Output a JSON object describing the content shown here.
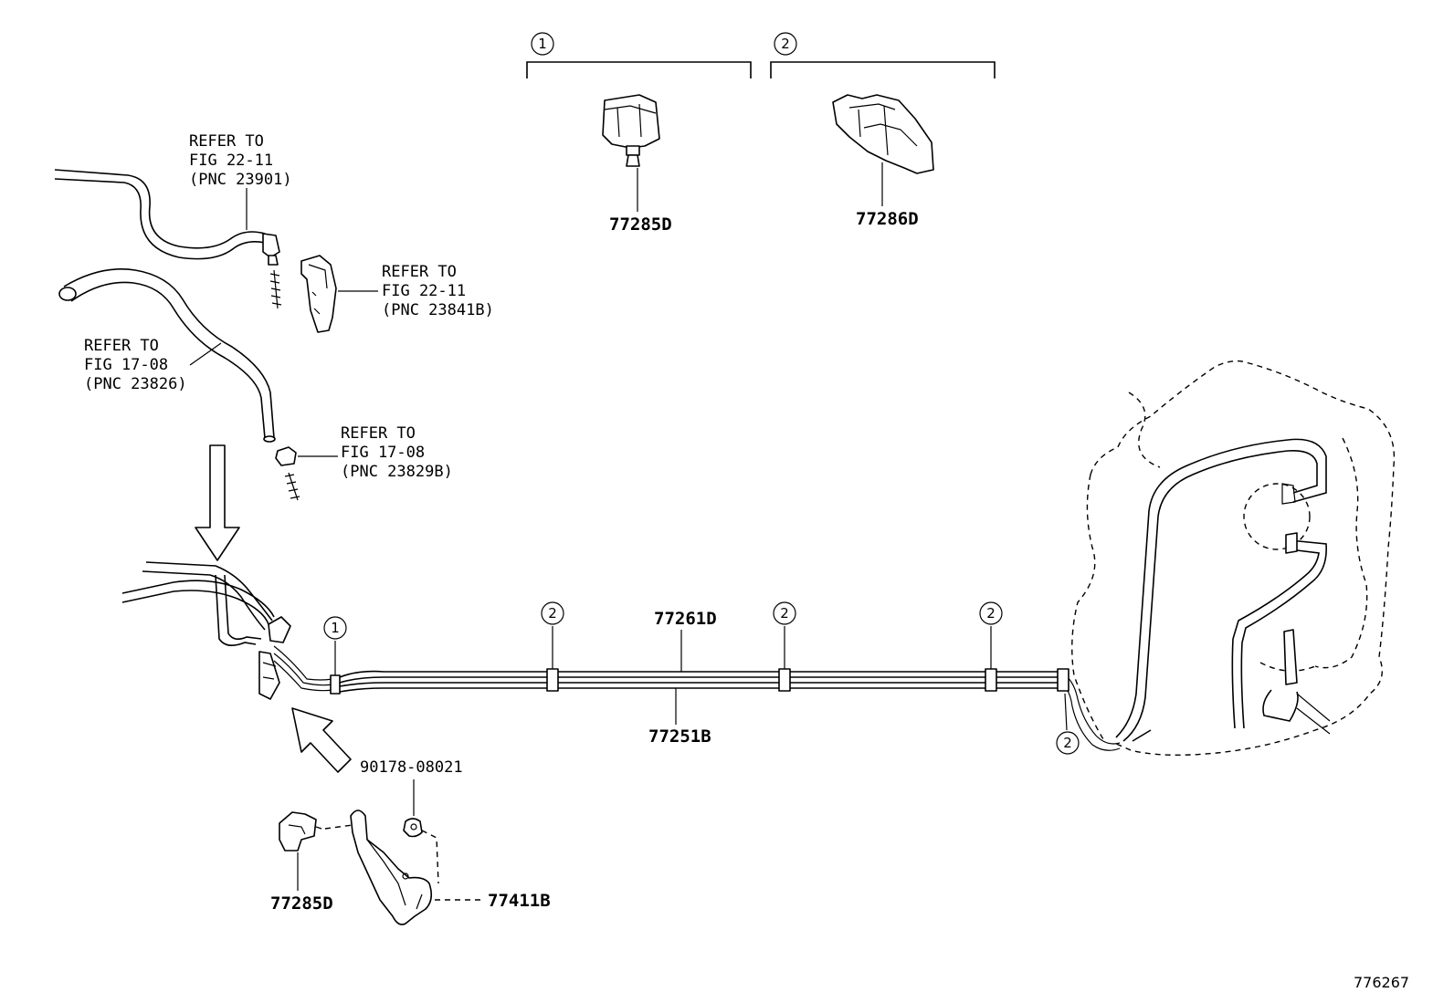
{
  "callout_groups": [
    {
      "number": "1",
      "part": "77285D"
    },
    {
      "number": "2",
      "part": "77286D"
    }
  ],
  "refer_labels": [
    {
      "line1": "REFER TO",
      "line2": "FIG 22-11",
      "line3": "(PNC 23901)"
    },
    {
      "line1": "REFER TO",
      "line2": "FIG 22-11",
      "line3": "(PNC 23841B)"
    },
    {
      "line1": "REFER TO",
      "line2": "FIG 17-08",
      "line3": "(PNC 23826)"
    },
    {
      "line1": "REFER TO",
      "line2": "FIG 17-08",
      "line3": "(PNC 23829B)"
    }
  ],
  "part_numbers": {
    "tube_upper": "77261D",
    "tube_lower": "77251B",
    "bolt": "90178-08021",
    "clamp_bottom": "77285D",
    "bracket": "77411B"
  },
  "clamp_markers": [
    "1",
    "2",
    "2",
    "2",
    "2"
  ],
  "figure_id": "776267"
}
